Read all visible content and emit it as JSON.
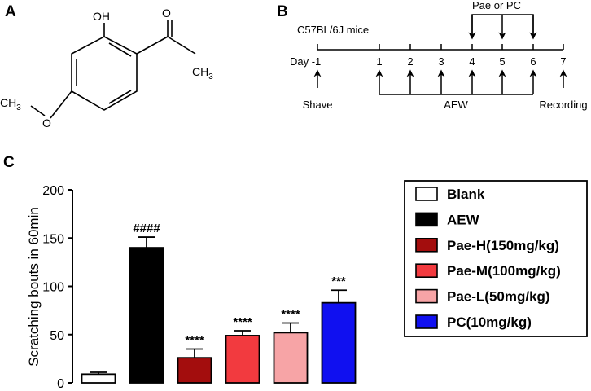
{
  "panels": {
    "a": "A",
    "b": "B",
    "c": "C"
  },
  "structure": {
    "oh": "OH",
    "ch3_left": "CH",
    "ch3_left_sub": "3",
    "ch3_right": "CH",
    "ch3_right_sub": "3",
    "o": "O"
  },
  "timeline": {
    "mice": "C57BL/6J mice",
    "treatment": "Pae or PC",
    "day_prefix": "Day -1",
    "days": [
      "1",
      "2",
      "3",
      "4",
      "5",
      "6",
      "7"
    ],
    "shave": "Shave",
    "aew": "AEW",
    "recording": "Recording"
  },
  "chart_data": {
    "type": "bar",
    "categories": [
      "Blank",
      "AEW",
      "Pae-H(150mg/kg)",
      "Pae-M(100mg/kg)",
      "Pae-L(50mg/kg)",
      "PC(10mg/kg)"
    ],
    "values": [
      9,
      140,
      26,
      49,
      52,
      83
    ],
    "errors": [
      2,
      11,
      9,
      5,
      10,
      13
    ],
    "significance": [
      "",
      "####",
      "****",
      "****",
      "****",
      "***"
    ],
    "colors": [
      "#ffffff",
      "#000000",
      "#a30d0d",
      "#f23a3f",
      "#f7a4a6",
      "#1010f0"
    ],
    "ylabel": "Scratching bouts in 60min",
    "ylim": [
      0,
      200
    ],
    "yticks": [
      "0",
      "50",
      "100",
      "150",
      "200"
    ],
    "legend": {
      "position": "right",
      "entries": [
        "Blank",
        "AEW",
        "Pae-H(150mg/kg)",
        "Pae-M(100mg/kg)",
        "Pae-L(50mg/kg)",
        "PC(10mg/kg)"
      ]
    },
    "grid": false
  }
}
